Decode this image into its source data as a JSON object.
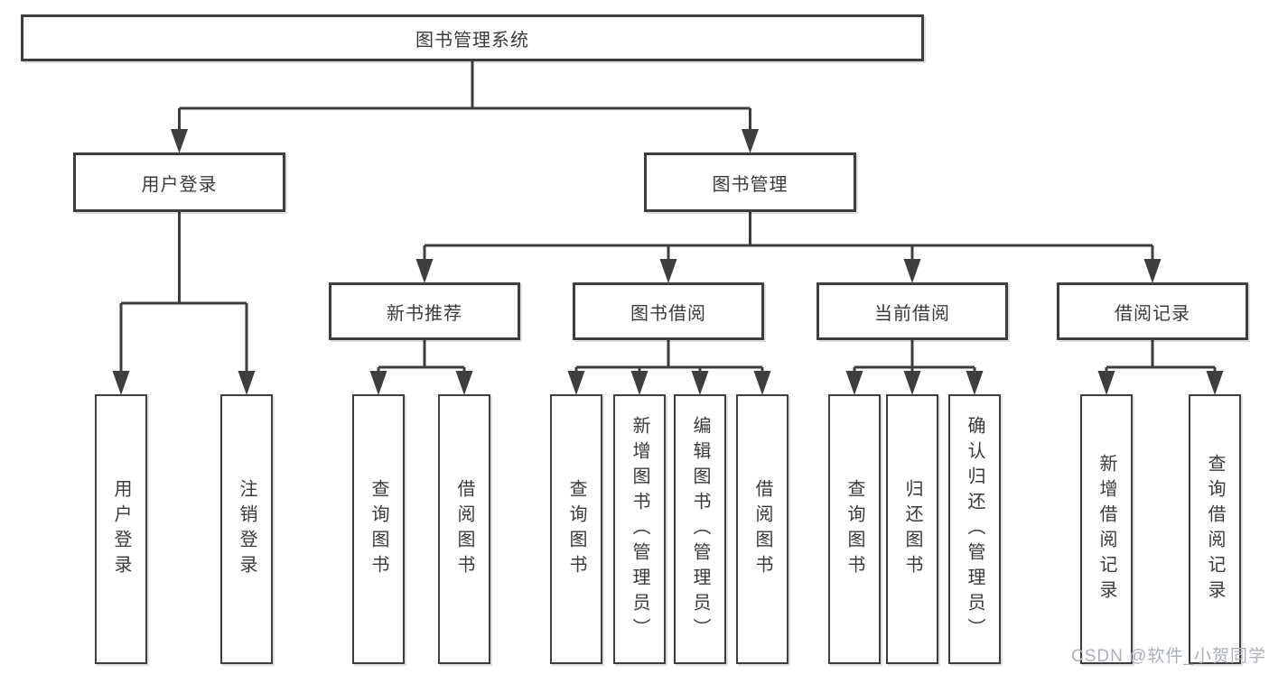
{
  "tree": {
    "root": {
      "label": "图书管理系统"
    },
    "children": [
      {
        "label": "用户登录",
        "children": [
          {
            "label": "用户登录"
          },
          {
            "label": "注销登录"
          }
        ]
      },
      {
        "label": "图书管理",
        "children": [
          {
            "label": "新书推荐",
            "children": [
              {
                "label": "查询图书"
              },
              {
                "label": "借阅图书"
              }
            ]
          },
          {
            "label": "图书借阅",
            "children": [
              {
                "label": "查询图书"
              },
              {
                "label": "新增图书（管理员）"
              },
              {
                "label": "编辑图书（管理员）"
              },
              {
                "label": "借阅图书"
              }
            ]
          },
          {
            "label": "当前借阅",
            "children": [
              {
                "label": "查询图书"
              },
              {
                "label": "归还图书"
              },
              {
                "label": "确认归还（管理员）"
              }
            ]
          },
          {
            "label": "借阅记录",
            "children": [
              {
                "label": "新增借阅记录"
              },
              {
                "label": "查询借阅记录"
              }
            ]
          }
        ]
      }
    ]
  },
  "watermark": {
    "text": "CSDN @软件_小贺同学"
  },
  "colors": {
    "line": "#3e3e3e",
    "text": "#3a3a3a",
    "background": "#ffffff",
    "watermark": "#abafb7"
  }
}
